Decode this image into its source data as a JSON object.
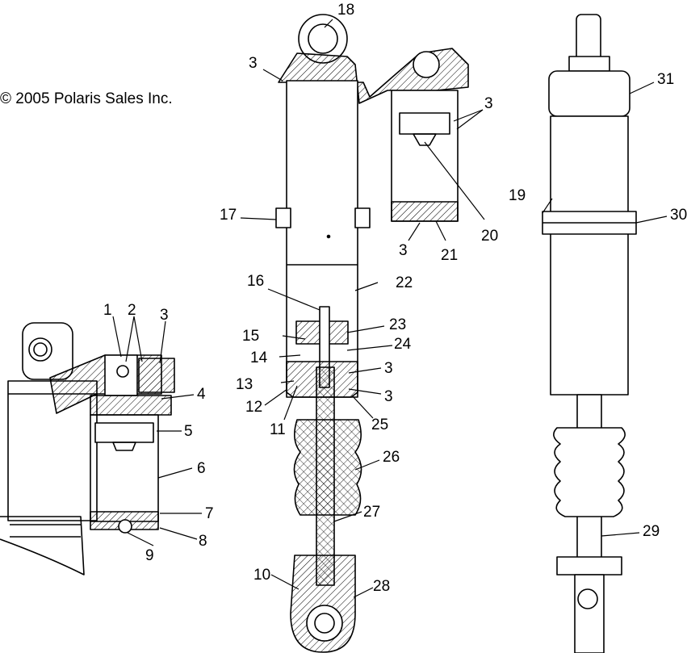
{
  "copyright": "© 2005 Polaris Sales Inc.",
  "callouts": {
    "c1": "1",
    "c2": "2",
    "c3a": "3",
    "c4": "4",
    "c5": "5",
    "c6": "6",
    "c7": "7",
    "c8": "8",
    "c9": "9",
    "c10": "10",
    "c11": "11",
    "c12": "12",
    "c13": "13",
    "c14": "14",
    "c15": "15",
    "c16": "16",
    "c17": "17",
    "c18": "18",
    "c3b": "3",
    "c3c": "3",
    "c3d": "3",
    "c19": "19",
    "c20": "20",
    "c21": "21",
    "c22": "22",
    "c23": "23",
    "c24": "24",
    "c3e": "3",
    "c3f": "3",
    "c25": "25",
    "c26": "26",
    "c27": "27",
    "c28": "28",
    "c29": "29",
    "c30": "30",
    "c31": "31"
  },
  "colors": {
    "line": "#000000",
    "background": "#ffffff"
  }
}
